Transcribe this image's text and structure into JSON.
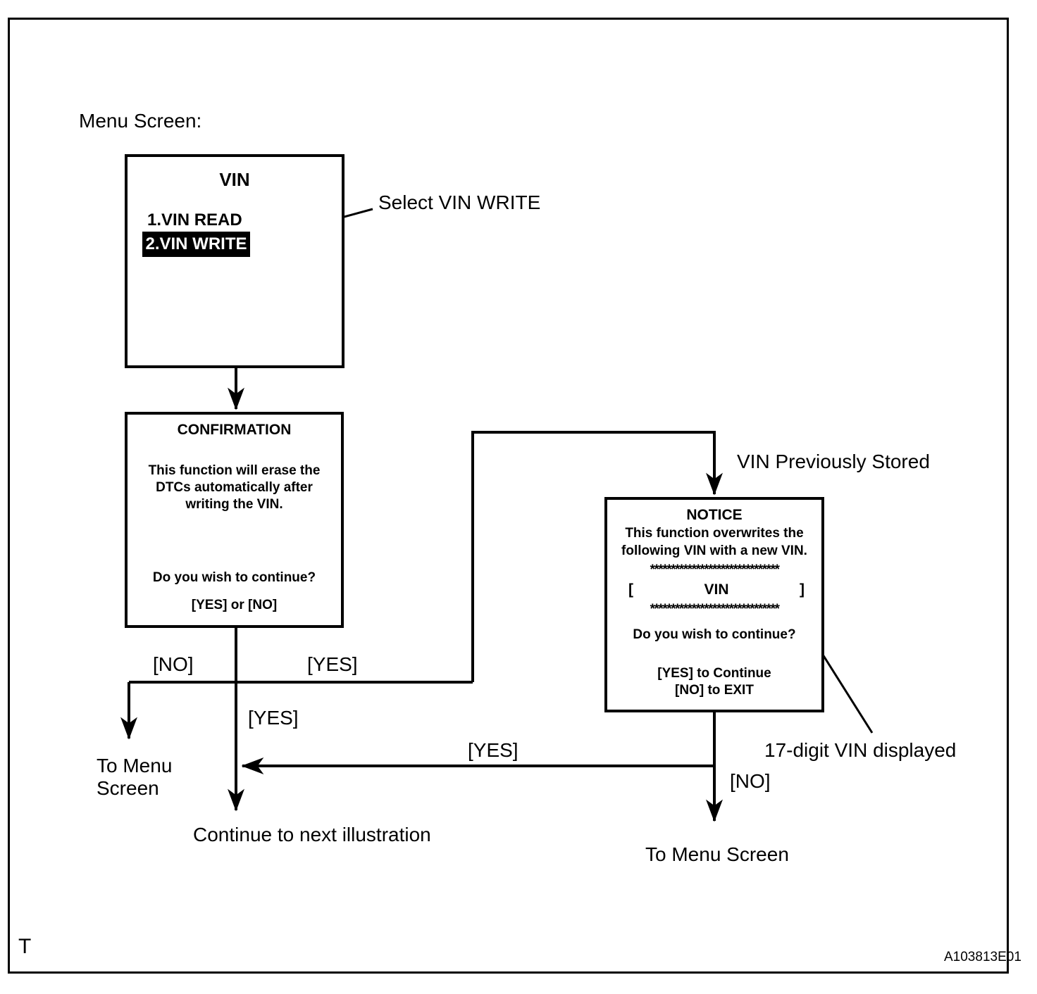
{
  "page": {
    "heading": "Menu Screen:",
    "footer_left": "T",
    "figure_code": "A103813E01"
  },
  "vin_menu": {
    "title": "VIN",
    "items": [
      {
        "label": "1.VIN READ",
        "selected": false
      },
      {
        "label": "2.VIN WRITE",
        "selected": true
      }
    ]
  },
  "confirmation": {
    "title": "CONFIRMATION",
    "body_lines": [
      "This function will erase the",
      "DTCs automatically after",
      "writing the VIN."
    ],
    "question": "Do you wish to continue?",
    "options": "[YES] or [NO]"
  },
  "notice": {
    "title": "NOTICE",
    "body_lines": [
      "This function overwrites the",
      "following VIN with a new VIN."
    ],
    "asterisk_row": "*******************************",
    "bracket_open": "[",
    "vin_field": "VIN",
    "bracket_close": "]",
    "question": "Do you wish to continue?",
    "option_yes": "[YES] to Continue",
    "option_no": "[NO] to EXIT"
  },
  "callouts": {
    "select_vin_write": "Select VIN WRITE",
    "vin_previously_stored": "VIN Previously Stored",
    "seventeen_digit_vin": "17-digit VIN displayed"
  },
  "branches": {
    "no_left": "[NO]",
    "yes_top": "[YES]",
    "yes_center": "[YES]",
    "yes_back": "[YES]",
    "no_right": "[NO]"
  },
  "destinations": {
    "to_menu_left_line1": "To Menu",
    "to_menu_left_line2": "Screen",
    "continue_next": "Continue to next illustration",
    "to_menu_right": "To Menu Screen"
  }
}
